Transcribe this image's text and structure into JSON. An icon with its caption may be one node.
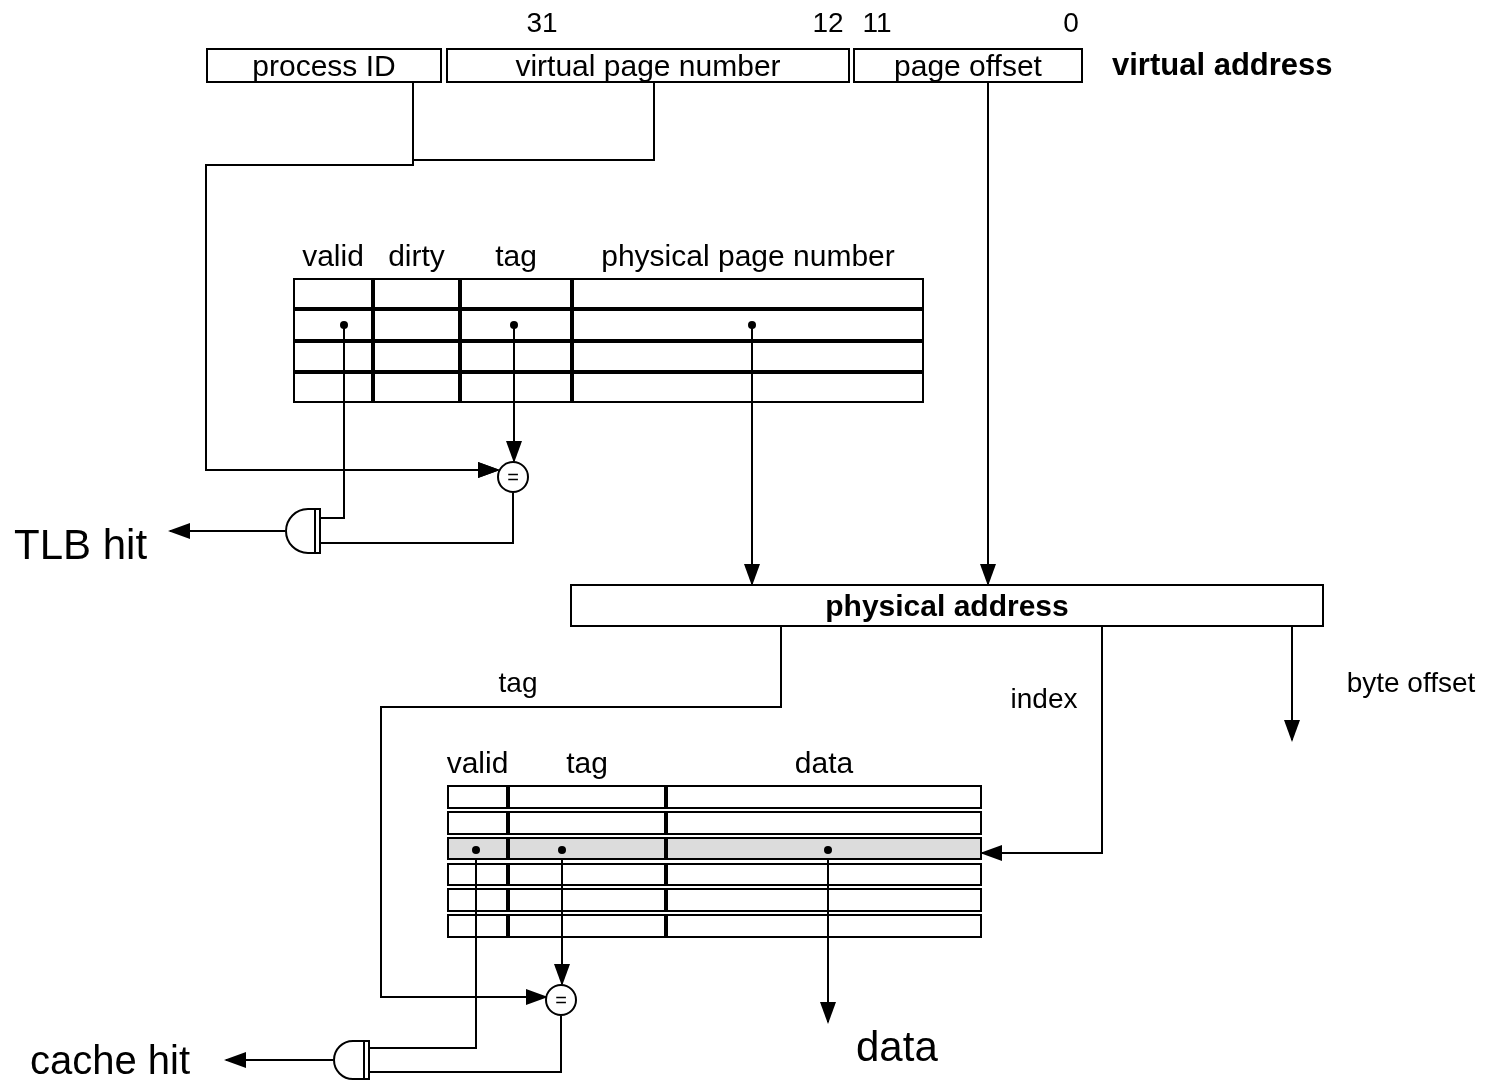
{
  "diagram": {
    "nodes": [
      {
        "text": [
          "process ID"
        ]
      },
      {
        "text": [
          "virtual page number"
        ],
        "beside": [
          "31",
          "12"
        ]
      },
      {
        "text": [
          "page offset"
        ],
        "beside": [
          "11",
          "0"
        ]
      },
      {
        "text": [
          "valid"
        ]
      },
      {
        "text": [
          "dirty"
        ]
      },
      {
        "text": [
          "tag"
        ]
      },
      {
        "text": [
          "physical page number"
        ]
      },
      {
        "text": [
          "="
        ]
      },
      {
        "text": [],
        "shape": "gate"
      },
      {
        "text": [
          "TLB hit"
        ]
      },
      {
        "text": [
          "physical address"
        ]
      },
      {
        "text": [
          "valid"
        ]
      },
      {
        "text": [
          "tag"
        ]
      },
      {
        "text": [
          "data"
        ]
      },
      {
        "text": [
          "="
        ]
      },
      {
        "text": [],
        "shape": "gate"
      },
      {
        "text": [
          "cache hit"
        ]
      },
      {
        "text": [
          "data"
        ]
      }
    ],
    "edges": [
      {
        "from": 0,
        "to": 7,
        "arrow": "to"
      },
      {
        "from": 1,
        "to": 7,
        "arrow": "to"
      },
      {
        "from": 2,
        "to": 10,
        "arrow": "to"
      },
      {
        "from": 5,
        "to": 7,
        "arrow": "to"
      },
      {
        "from": 3,
        "to": 8,
        "arrow": "none"
      },
      {
        "from": 7,
        "to": 8,
        "arrow": "none"
      },
      {
        "from": 8,
        "to": 9,
        "arrow": "to"
      },
      {
        "from": 6,
        "to": 10,
        "arrow": "to"
      },
      {
        "from": 10,
        "to": 14,
        "arrow": "to",
        "label": "tag"
      },
      {
        "from": 10,
        "to": 13,
        "arrow": "to",
        "label": "index"
      },
      {
        "from": 10,
        "to": null,
        "arrow": "to",
        "label": "byte offset"
      },
      {
        "from": 12,
        "to": 14,
        "arrow": "to"
      },
      {
        "from": 11,
        "to": 15,
        "arrow": "none"
      },
      {
        "from": 14,
        "to": 15,
        "arrow": "none"
      },
      {
        "from": 15,
        "to": 16,
        "arrow": "to"
      },
      {
        "from": 13,
        "to": 17,
        "arrow": "to"
      }
    ],
    "labels": [
      "virtual address"
    ]
  }
}
